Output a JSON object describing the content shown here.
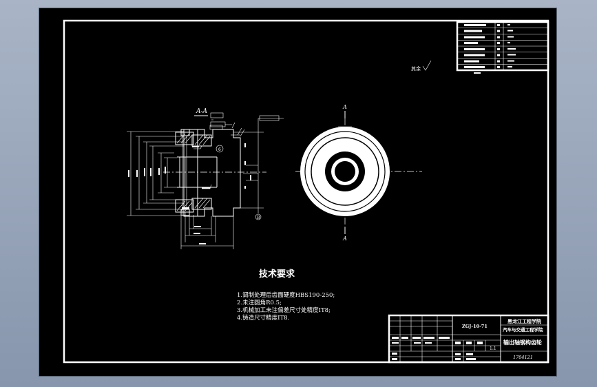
{
  "colors": {
    "background": "#000000",
    "lines": "#ffffff",
    "desktop": "#9aa6ba"
  },
  "drawing": {
    "section_label": "A-A",
    "view_marker": "A",
    "roughness_note": "其余",
    "tech_requirements": {
      "title": "技术要求",
      "items": [
        "1.调制处理后齿面硬度HBS190-250;",
        "2.未注圆角R0.5;",
        "3.机械加工未注偏差尺寸处精度IT8;",
        "4.铸造尺寸精度IT8."
      ]
    },
    "title_block": {
      "drawing_no": "ZGJ-10-71",
      "school": "黑龙江工程学院",
      "course": "汽车与交通工程学院",
      "part_name": "输出轴钢构齿轮",
      "scale": "1:1",
      "date": "1704121"
    }
  }
}
